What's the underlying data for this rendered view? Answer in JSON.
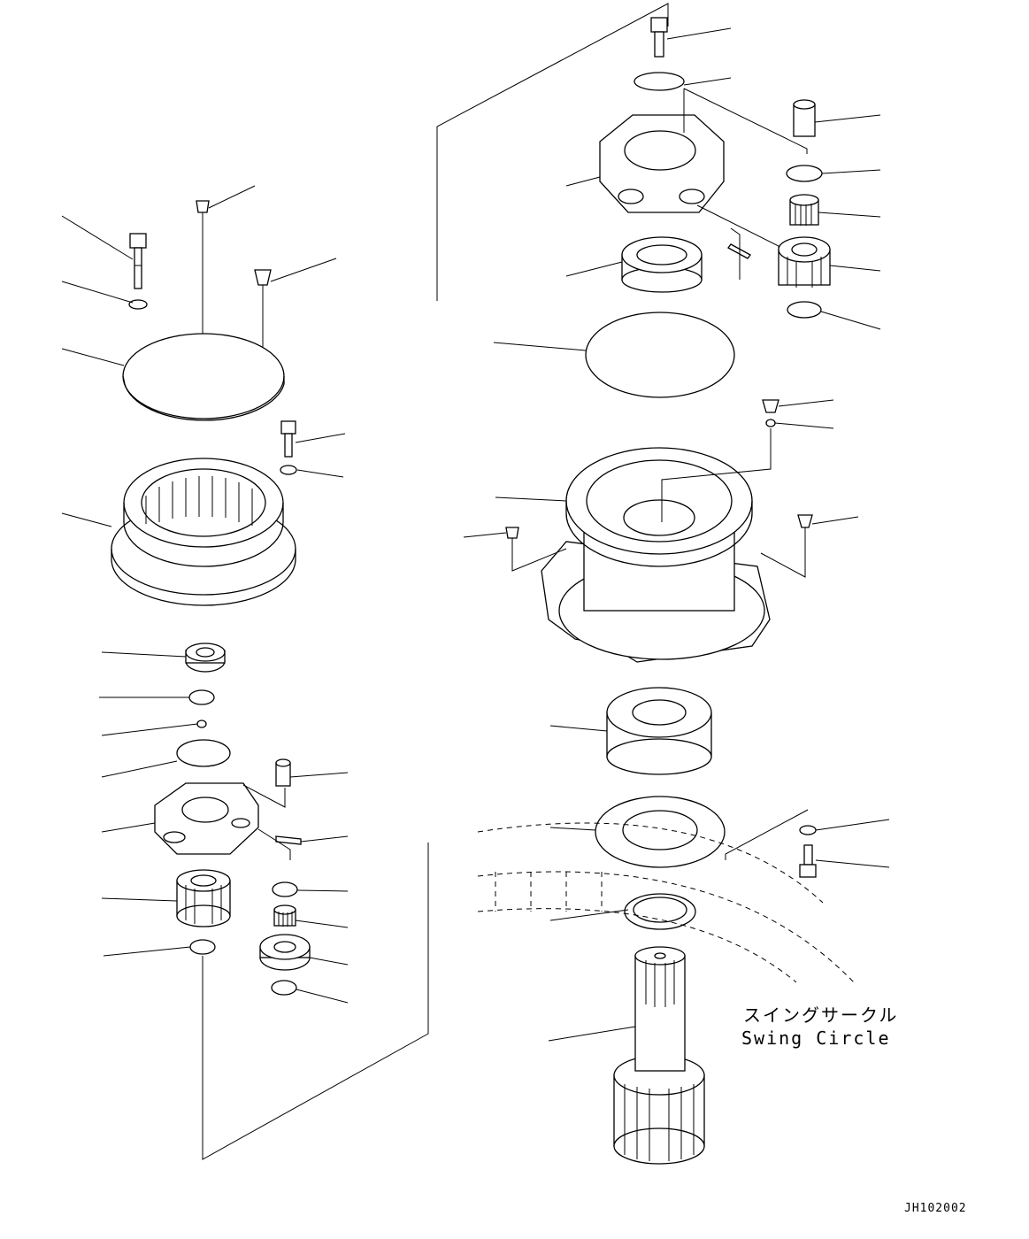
{
  "annotation": {
    "label_jp": "スイングサークル",
    "label_en": "Swing Circle"
  },
  "drawing_code": "JH102002"
}
